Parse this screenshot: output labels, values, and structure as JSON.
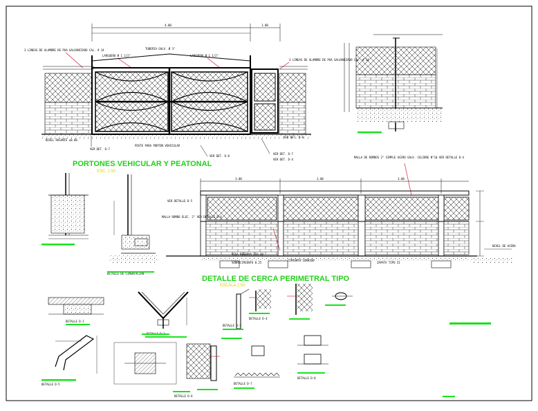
{
  "sheet": {
    "title_gates": "PORTONES VEHICULAR Y PEATONAL",
    "subtitle_gates": "ESC. 1:50",
    "title_fence": "DETALLE DE CERCA PERIMETRAL TIPO",
    "subtitle_fence": "ESCALA 1:50"
  },
  "gate": {
    "dim_top": "4.00",
    "dim_top_right": "1.00",
    "label_tubo_center": "TUBERIA GALV. Ø 3\"",
    "label_angle_left": "LARGUERO Ø 1 1/2\"",
    "label_angle_right": "LARGUERO Ø 1 1/2\"",
    "label_wire_left": "3 LINEAS DE ALAMBRE DE PUA GALVANIZADO CAL. # 14",
    "label_wire_right": "3 LINEAS DE ALAMBRE DE PUA GALVANIZADO CAL. # 14",
    "label_base": "NIVEL RASANTE ±0.00",
    "label_ver1": "VER DET. D-7",
    "label_ver2": "VER DET. D-8",
    "label_ver3": "VER DET. D-7",
    "label_ver4": "VER DET. D-4",
    "label_ver5": "VER DET. D-8",
    "label_post": "POSTE PARA PORTON VEHICULAR"
  },
  "fence": {
    "dim_1": "3.00",
    "dim_2": "3.00",
    "dim_3": "3.00",
    "label_malla": "MALLA DE ROMBOS 2\" SIMPLE ACERO GALV. CALIBRE N°10 VER DETALLE D-4",
    "label_ver_detalle": "VER DETALLE D-5",
    "label_mesh_left": "MALLA ROMBO ELEC. 2\" VER DETALLE D-4",
    "label_ref": "VIGA RESERVA 25X.30",
    "label_sobrecimiento": "SOBRECIMIENTO 0.25",
    "label_cimiento": "CIMIENTO CORRIDO",
    "label_zapata": "ZAPATA TIPO Z1",
    "label_level": "NIVEL DE ACERA"
  },
  "details": {
    "label_1": "DETALLE DE CIMENTACION",
    "label_2": "DETALLE D-1",
    "label_3": "DETALLE D-2",
    "label_4": "DETALLE D-3",
    "label_5": "DETALLE D-4",
    "label_6": "DETALLE D-5",
    "label_7": "DETALLE D-6",
    "label_8": "DETALLE D-7",
    "label_9": "DETALLE D-8"
  },
  "colors": {
    "line": "#000000",
    "dim_red": "#d0021b",
    "title_green": "#22d11b",
    "sub_yellow": "#d9d200",
    "tag_green": "#19e21d"
  }
}
